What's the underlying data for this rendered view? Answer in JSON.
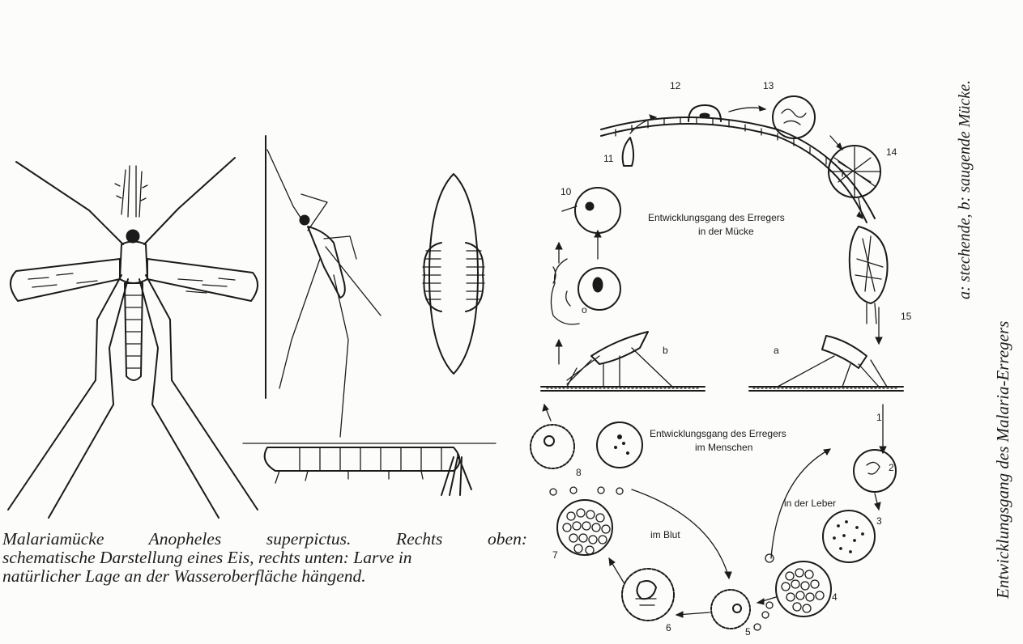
{
  "caption": {
    "line1": "Malariamücke Anopheles superpictus. Rechts oben:",
    "line2": "schematische Darstellung eines Eis, rechts unten: Larve in",
    "line3": "natürlicher Lage an der Wasseroberfläche hängend."
  },
  "side_texts": {
    "right_top": "a: stechende, b: saugende Mücke.",
    "right_vertical": "Entwicklungsgang des Malaria-Erregers"
  },
  "cycle_labels": {
    "mosquito_line1": "Entwicklungsgang des Erregers",
    "mosquito_line2": "in der Mücke",
    "human_line1": "Entwicklungsgang des Erregers",
    "human_line2": "im Menschen",
    "liver": "in der Leber",
    "blood": "im Blut",
    "letter_a": "a",
    "letter_b": "b",
    "letter_o": "o"
  },
  "stage_numbers": [
    "1",
    "2",
    "3",
    "4",
    "5",
    "6",
    "7",
    "8",
    "10",
    "11",
    "12",
    "13",
    "14",
    "15"
  ]
}
